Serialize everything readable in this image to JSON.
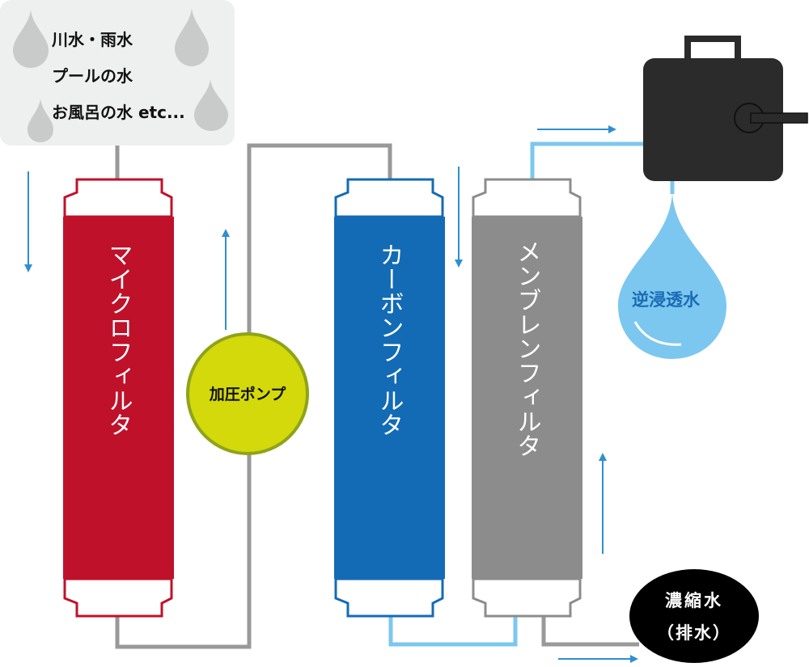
{
  "source": {
    "lines": [
      "川水・雨水",
      "プールの水",
      "お風呂の水 etc..."
    ]
  },
  "filters": [
    {
      "label": "マイクロフィルタ",
      "color": "#c0112a"
    },
    {
      "label": "カーボンフィルタ",
      "color": "#136bb5"
    },
    {
      "label": "メンブレンフィルタ",
      "color": "#8c8c8c"
    }
  ],
  "pump": {
    "label": "加圧ポンプ",
    "color": "#d3d90a"
  },
  "product": {
    "label": "逆浸透水",
    "color": "#7cc7ef"
  },
  "concentrate": {
    "line1": "濃縮水",
    "line2": "（排水）"
  },
  "icons": {
    "raindrop": "raindrop-icon",
    "tank": "water-tank-icon",
    "flow_arrow": "flow-arrow-icon"
  },
  "colors": {
    "pipe_gray": "#999999",
    "pipe_blue": "#7cc7ef",
    "arrow": "#2f8fd0",
    "tank": "#2b2b2b"
  }
}
